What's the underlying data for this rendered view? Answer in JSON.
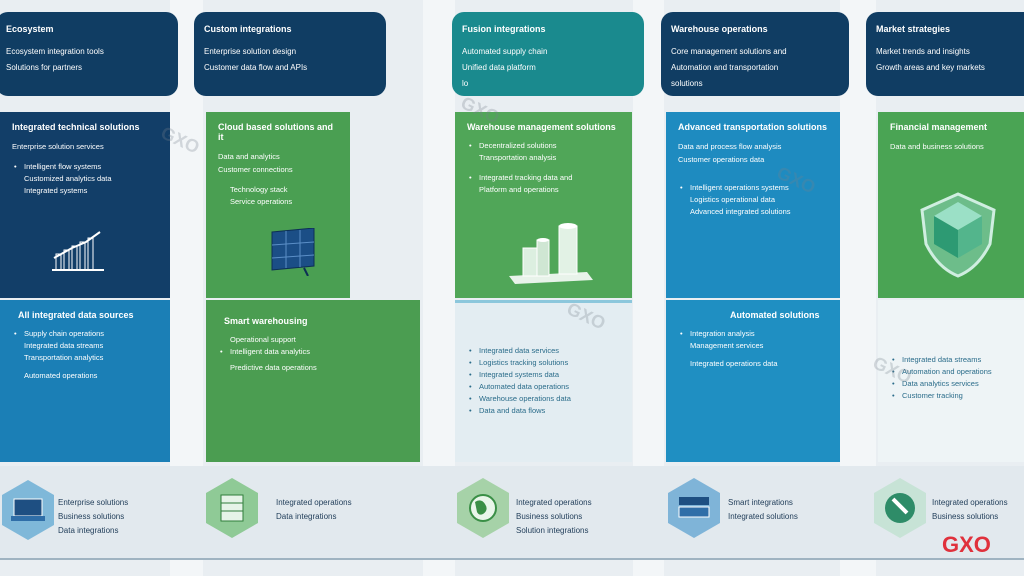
{
  "top_cards": [
    {
      "title": "Ecosystem",
      "lines": [
        "Ecosystem integration tools",
        "Solutions for partners"
      ],
      "color": "#103d63"
    },
    {
      "title": "Custom integrations",
      "lines": [
        "Enterprise solution design",
        "Customer data flow and APIs"
      ],
      "color": "#103d63"
    },
    {
      "title": "Fusion integrations",
      "lines": [
        "Automated supply chain",
        "Unified data platform",
        "lo"
      ],
      "color": "#1a8a8e"
    },
    {
      "title": "Warehouse operations",
      "lines": [
        "Core management solutions and",
        "Automation and transportation",
        "solutions"
      ],
      "color": "#103d63"
    },
    {
      "title": "Market strategies",
      "lines": [
        "Market trends and insights",
        "Growth areas and key markets"
      ],
      "color": "#103d63"
    }
  ],
  "upper_panels": [
    {
      "title": "Integrated technical solutions",
      "subs": [
        "Enterprise solution services"
      ],
      "bullets": [
        "Intelligent flow systems",
        "Customized analytics data",
        "Integrated systems"
      ],
      "color": "#123e68"
    },
    {
      "title": "Cloud based solutions and it",
      "subs": [
        "Data and analytics",
        "Customer connections"
      ],
      "bullets": [
        "Technology stack",
        "Service operations"
      ],
      "color": "#4a9f52"
    },
    {
      "title": "Warehouse management solutions",
      "subs": [],
      "bullets": [
        "Decentralized solutions",
        "Transportation analysis"
      ],
      "extra": [
        "Integrated tracking data and",
        "Platform and operations"
      ],
      "color": "#50a658"
    },
    {
      "title": "Advanced transportation solutions",
      "subs": [
        "Data and process flow analysis",
        "Customer operations data"
      ],
      "bullets": [
        "Intelligent operations systems",
        "Logistics operational data",
        "Advanced integrated solutions"
      ],
      "color": "#1e8bc0"
    },
    {
      "title": "Financial management",
      "subs": [
        "Data and business solutions"
      ],
      "bullets": [],
      "color": "#4aa454"
    }
  ],
  "lower_panels": [
    {
      "title": "All integrated data sources",
      "bullets": [
        "Supply chain operations",
        "Integrated data streams",
        "Transportation analytics",
        "Automated operations"
      ],
      "color": "#1b7fb6",
      "light": false
    },
    {
      "title": "Smart warehousing",
      "bullets": [
        "Operational support",
        "Intelligent data analytics",
        "Predictive data operations"
      ],
      "color": "#4b9d51",
      "light": false
    },
    {
      "title": "",
      "bullets": [
        "Integrated data services",
        "Logistics tracking solutions",
        "Integrated systems data",
        "Automated data operations",
        "Warehouse operations data",
        "Data and data flows"
      ],
      "color": "#e3edf2",
      "light": true
    },
    {
      "title": "Automated solutions",
      "bullets": [
        "Integration analysis",
        "Management services",
        "Integrated operations data"
      ],
      "color": "#1f8fc2",
      "light": false
    },
    {
      "title": "",
      "bullets": [
        "Integrated data streams",
        "Automation and operations",
        "Data analytics services",
        "Customer tracking"
      ],
      "color": "#eef4f6",
      "light": true
    }
  ],
  "footer": [
    {
      "lines": [
        "Enterprise solutions",
        "Business solutions",
        "Data integrations"
      ]
    },
    {
      "lines": [
        "Integrated operations",
        "Data integrations"
      ]
    },
    {
      "lines": [
        "Integrated operations",
        "Business solutions",
        "Solution integrations"
      ]
    },
    {
      "lines": [
        "Smart integrations",
        "Integrated solutions"
      ]
    },
    {
      "lines": [
        "Integrated operations",
        "Business solutions"
      ]
    }
  ],
  "watermark": "GXO",
  "brand": "GXO"
}
